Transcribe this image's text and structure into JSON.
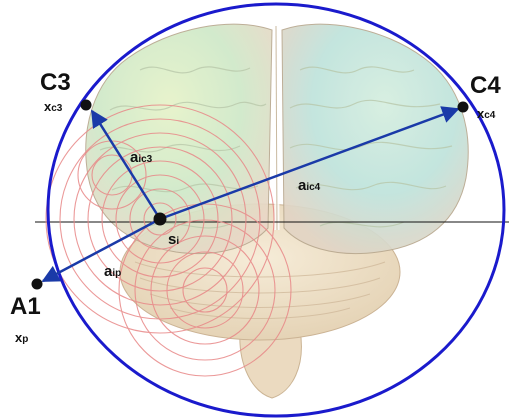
{
  "diagram": {
    "electrodes": {
      "c3": {
        "label": "C3",
        "position_label": "x",
        "position_sub": "c3"
      },
      "c4": {
        "label": "C4",
        "position_label": "x",
        "position_sub": "c4"
      },
      "a1": {
        "label": "A1",
        "position_label": "x",
        "position_sub": "p"
      }
    },
    "source": {
      "label": "s",
      "sub": "i"
    },
    "vectors": {
      "to_c3": {
        "label": "a",
        "sub": "ic3"
      },
      "to_c4": {
        "label": "a",
        "sub": "ic4"
      },
      "to_a1": {
        "label": "a",
        "sub": "ip"
      }
    },
    "colors": {
      "head_circle": "#1a1acc",
      "vector": "#1a3aa8",
      "wave": "#e88888",
      "brain_left": "#cfe9c8",
      "brain_right": "#bfe3dc",
      "cerebellum": "#f0e2c8",
      "electrode": "#111111"
    },
    "icons": [
      "brain-illustration",
      "electrode-marker",
      "source-marker"
    ]
  }
}
